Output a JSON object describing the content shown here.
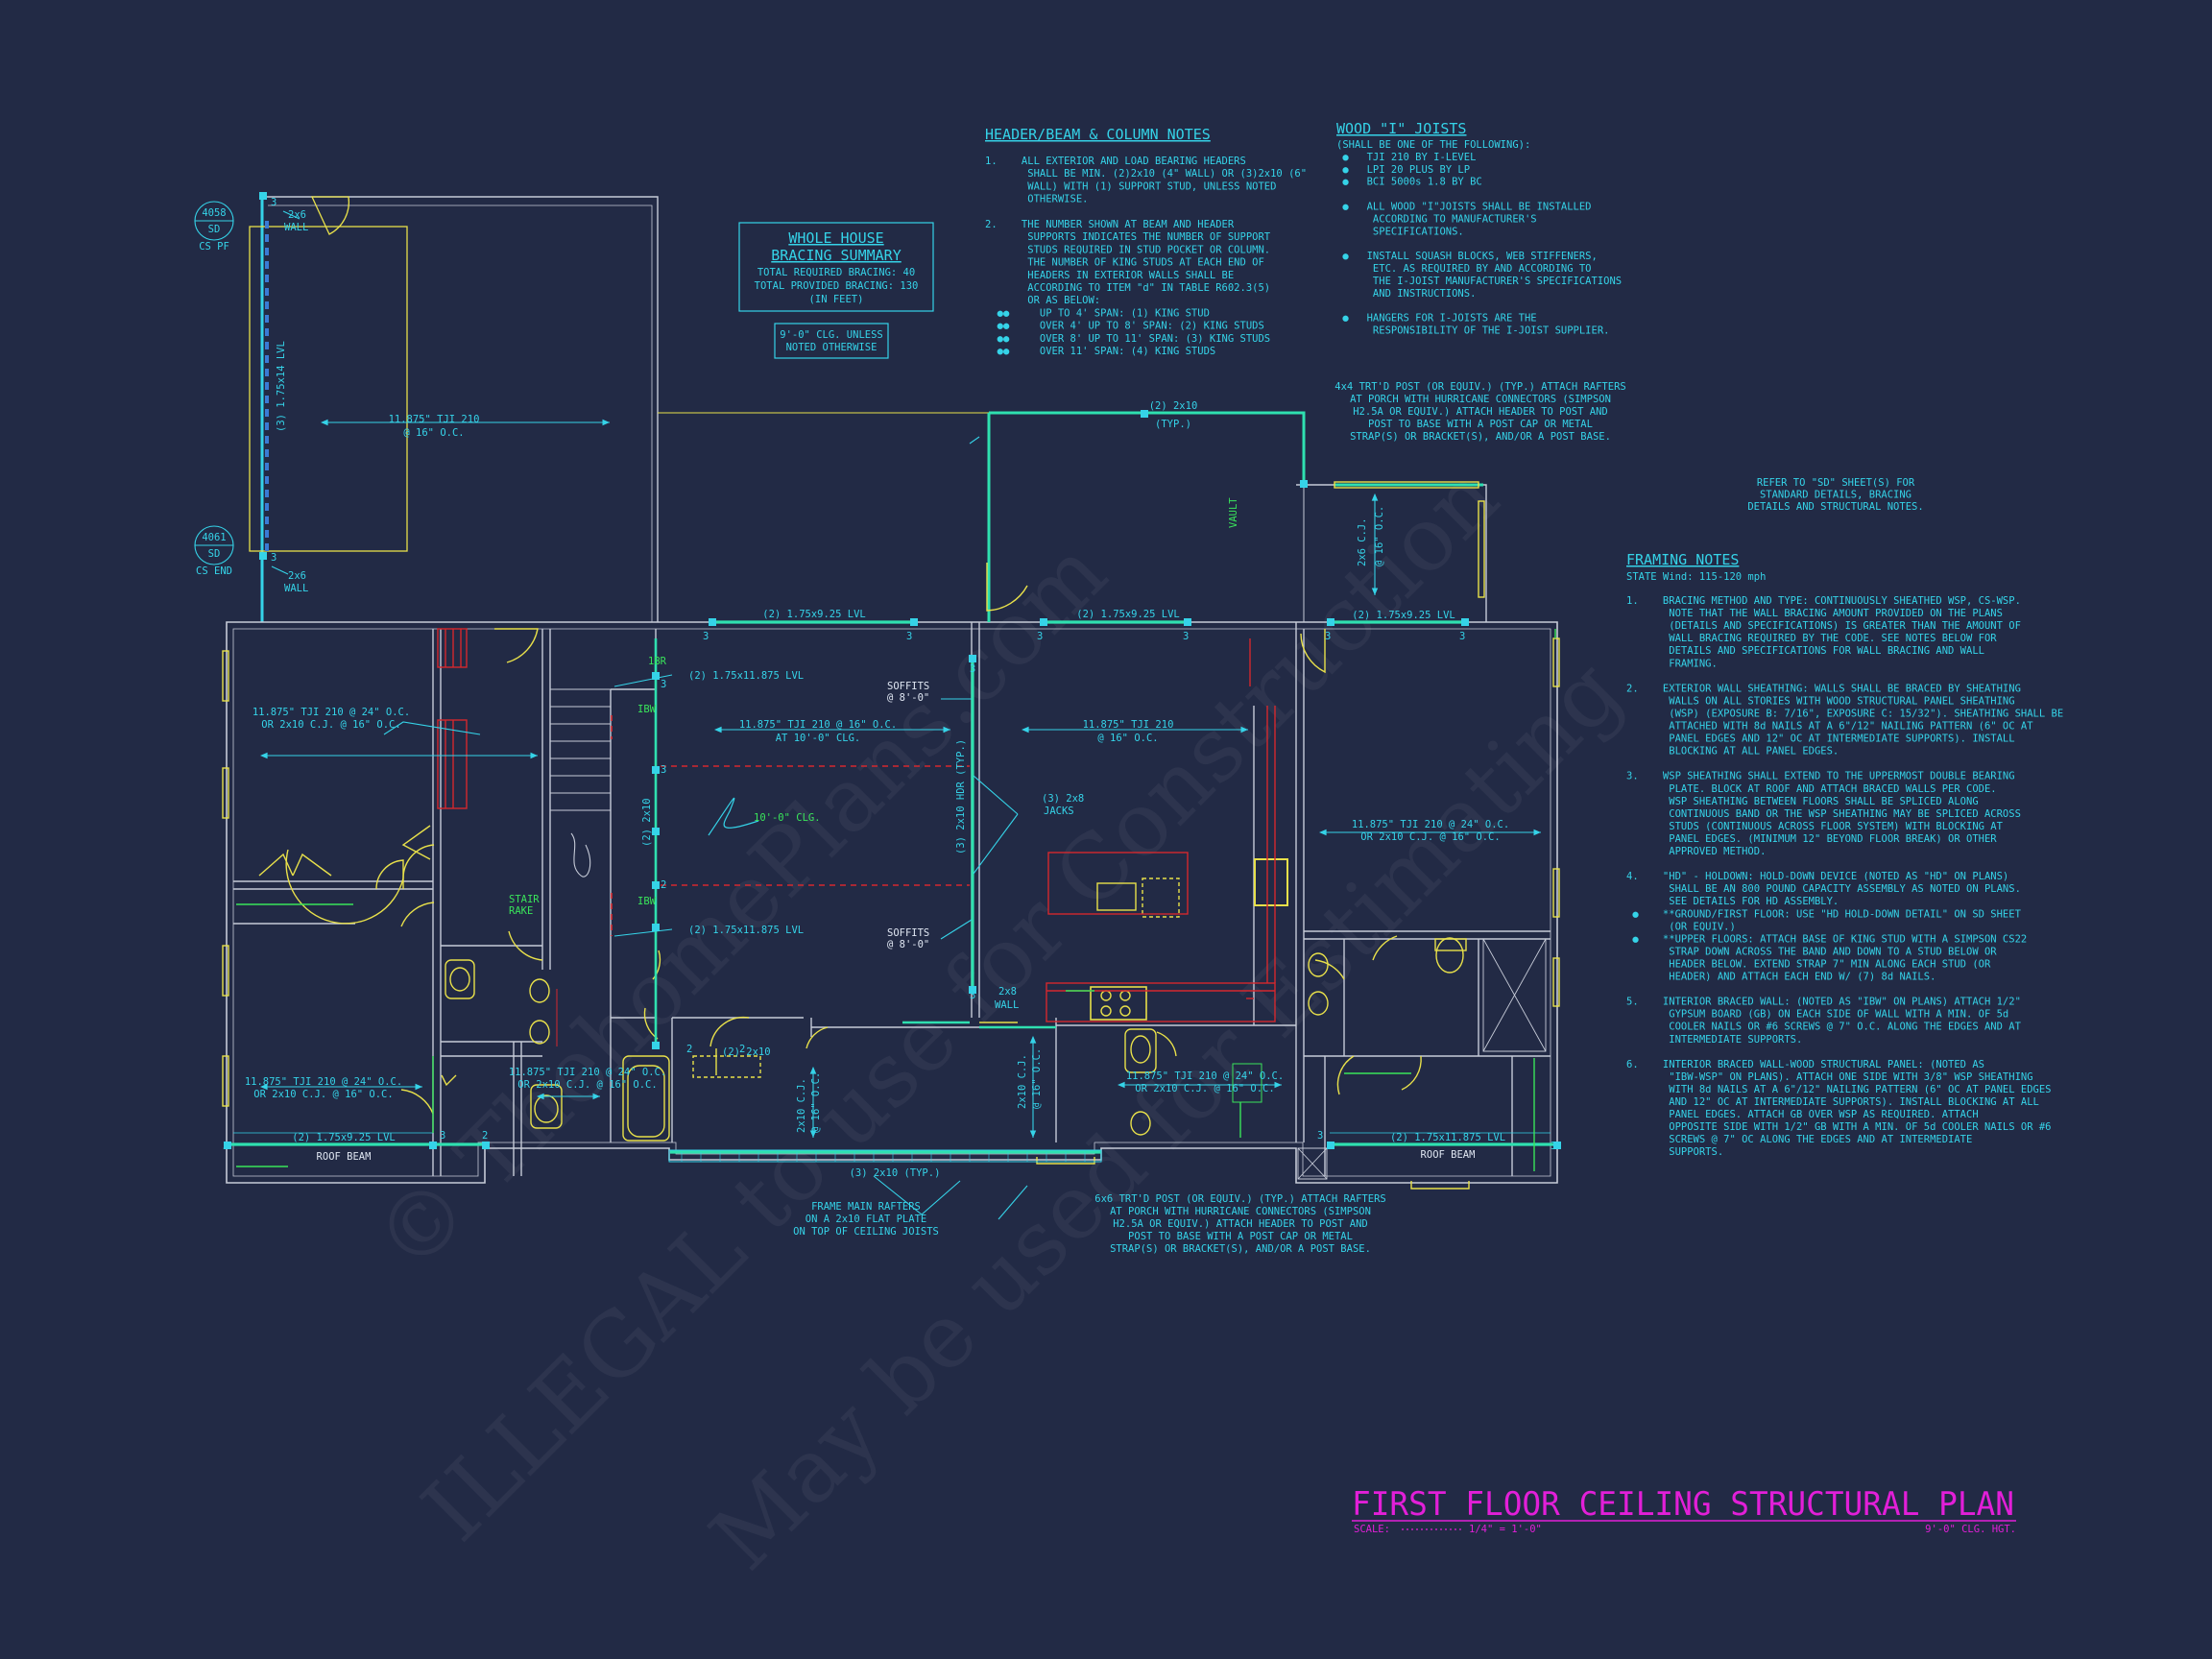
{
  "colors": {
    "background": "#222a45",
    "wall": "#c6cbd8",
    "note_text": "#35d3e8",
    "beam": "#2fe0b0",
    "yellow": "#e8e04a",
    "red": "#d4282e",
    "magenta": "#e21fd8",
    "green": "#39e45a",
    "white": "#e5e9f2"
  },
  "watermark": {
    "line1": "© ThehomePlans.com",
    "line2": "ILLEGAL to use for Construction",
    "line3": "May be used for Estimating"
  },
  "title_block": {
    "title": "FIRST FLOOR CEILING STRUCTURAL PLAN",
    "scale_label": "SCALE:",
    "scale_value": "1/4\" = 1'-0\"",
    "ceiling_height": "9'-0\" CLG. HGT."
  },
  "bracing_summary": {
    "title_1": "WHOLE HOUSE",
    "title_2": "BRACING SUMMARY",
    "required": "TOTAL REQUIRED BRACING: 40",
    "provided": "TOTAL PROVIDED BRACING: 130",
    "unit": "(IN FEET)"
  },
  "ceiling_note": {
    "line1": "9'-0\" CLG. UNLESS",
    "line2": "NOTED OTHERWISE"
  },
  "header_notes": {
    "title": "HEADER/BEAM & COLUMN NOTES",
    "lines": [
      "1.    ALL EXTERIOR AND LOAD BEARING HEADERS",
      "       SHALL BE MIN. (2)2x10 (4\" WALL) OR (3)2x10 (6\"",
      "       WALL) WITH (1) SUPPORT STUD, UNLESS NOTED",
      "       OTHERWISE.",
      "",
      "2.    THE NUMBER SHOWN AT BEAM AND HEADER",
      "       SUPPORTS INDICATES THE NUMBER OF SUPPORT",
      "       STUDS REQUIRED IN STUD POCKET OR COLUMN.",
      "       THE NUMBER OF KING STUDS AT EACH END OF",
      "       HEADERS IN EXTERIOR WALLS SHALL BE",
      "       ACCORDING TO ITEM \"d\" IN TABLE R602.3(5)",
      "       OR AS BELOW:",
      "  ●●     UP TO 4' SPAN: (1) KING STUD",
      "  ●●     OVER 4' UP TO 8' SPAN: (2) KING STUDS",
      "  ●●     OVER 8' UP TO 11' SPAN: (3) KING STUDS",
      "  ●●     OVER 11' SPAN: (4) KING STUDS"
    ]
  },
  "joist_notes": {
    "title": "WOOD \"I\" JOISTS",
    "lines": [
      "(SHALL BE ONE OF THE FOLLOWING):",
      " ●   TJI 210 BY I-LEVEL",
      " ●   LPI 20 PLUS BY LP",
      " ●   BCI 5000s 1.8 BY BC",
      "",
      " ●   ALL WOOD \"I\"JOISTS SHALL BE INSTALLED",
      "      ACCORDING TO MANUFACTURER'S",
      "      SPECIFICATIONS.",
      "",
      " ●   INSTALL SQUASH BLOCKS, WEB STIFFENERS,",
      "      ETC. AS REQUIRED BY AND ACCORDING TO",
      "      THE I-JOIST MANUFACTURER'S SPECIFICATIONS",
      "      AND INSTRUCTIONS.",
      "",
      " ●   HANGERS FOR I-JOISTS ARE THE",
      "      RESPONSIBILITY OF THE I-JOIST SUPPLIER."
    ]
  },
  "post_note_top": {
    "lines": [
      "4x4 TRT'D POST (OR EQUIV.) (TYP.) ATTACH RAFTERS",
      "AT PORCH WITH HURRICANE CONNECTORS (SIMPSON",
      "H2.5A OR EQUIV.) ATTACH HEADER TO POST AND",
      "POST TO BASE WITH A POST CAP OR METAL",
      "STRAP(S) OR BRACKET(S), AND/OR A POST BASE."
    ]
  },
  "refer_note": {
    "lines": [
      "REFER TO \"SD\" SHEET(S) FOR",
      "STANDARD DETAILS, BRACING",
      "DETAILS AND STRUCTURAL NOTES."
    ]
  },
  "framing_notes": {
    "title": "FRAMING NOTES",
    "wind": "STATE Wind: 115-120 mph",
    "lines": [
      "1.    BRACING METHOD AND TYPE: CONTINUOUSLY SHEATHED WSP, CS-WSP.",
      "       NOTE THAT THE WALL BRACING AMOUNT PROVIDED ON THE PLANS",
      "       (DETAILS AND SPECIFICATIONS) IS GREATER THAN THE AMOUNT OF",
      "       WALL BRACING REQUIRED BY THE CODE. SEE NOTES BELOW FOR",
      "       DETAILS AND SPECIFICATIONS FOR WALL BRACING AND WALL",
      "       FRAMING.",
      "",
      "2.    EXTERIOR WALL SHEATHING: WALLS SHALL BE BRACED BY SHEATHING",
      "       WALLS ON ALL STORIES WITH WOOD STRUCTURAL PANEL SHEATHING",
      "       (WSP) (EXPOSURE B: 7/16\", EXPOSURE C: 15/32\"). SHEATHING SHALL BE",
      "       ATTACHED WITH 8d NAILS AT A 6\"/12\" NAILING PATTERN (6\" OC AT",
      "       PANEL EDGES AND 12\" OC AT INTERMEDIATE SUPPORTS). INSTALL",
      "       BLOCKING AT ALL PANEL EDGES.",
      "",
      "3.    WSP SHEATHING SHALL EXTEND TO THE UPPERMOST DOUBLE BEARING",
      "       PLATE. BLOCK AT ROOF AND ATTACH BRACED WALLS PER CODE.",
      "       WSP SHEATHING BETWEEN FLOORS SHALL BE SPLICED ALONG",
      "       CONTINUOUS BAND OR THE WSP SHEATHING MAY BE SPLICED ACROSS",
      "       STUDS (CONTINUOUS ACROSS FLOOR SYSTEM) WITH BLOCKING AT",
      "       PANEL EDGES. (MINIMUM 12\" BEYOND FLOOR BREAK) OR OTHER",
      "       APPROVED METHOD.",
      "",
      "4.    \"HD\" - HOLDOWN: HOLD-DOWN DEVICE (NOTED AS \"HD\" ON PLANS)",
      "       SHALL BE AN 800 POUND CAPACITY ASSEMBLY AS NOTED ON PLANS.",
      "       SEE DETAILS FOR HD ASSEMBLY.",
      " ●    **GROUND/FIRST FLOOR: USE \"HD HOLD-DOWN DETAIL\" ON SD SHEET",
      "       (OR EQUIV.)",
      " ●    **UPPER FLOORS: ATTACH BASE OF KING STUD WITH A SIMPSON CS22",
      "       STRAP DOWN ACROSS THE BAND AND DOWN TO A STUD BELOW OR",
      "       HEADER BELOW. EXTEND STRAP 7\" MIN ALONG EACH STUD (OR",
      "       HEADER) AND ATTACH EACH END W/ (7) 8d NAILS.",
      "",
      "5.    INTERIOR BRACED WALL: (NOTED AS \"IBW\" ON PLANS) ATTACH 1/2\"",
      "       GYPSUM BOARD (GB) ON EACH SIDE OF WALL WITH A MIN. OF 5d",
      "       COOLER NAILS OR #6 SCREWS @ 7\" O.C. ALONG THE EDGES AND AT",
      "       INTERMEDIATE SUPPORTS.",
      "",
      "6.    INTERIOR BRACED WALL-WOOD STRUCTURAL PANEL: (NOTED AS",
      "       \"IBW-WSP\" ON PLANS). ATTACH ONE SIDE WITH 3/8\" WSP SHEATHING",
      "       WITH 8d NAILS AT A 6\"/12\" NAILING PATTERN (6\" OC AT PANEL EDGES",
      "       AND 12\" OC AT INTERMEDIATE SUPPORTS). INSTALL BLOCKING AT ALL",
      "       PANEL EDGES. ATTACH GB OVER WSP AS REQUIRED. ATTACH",
      "       OPPOSITE SIDE WITH 1/2\" GB WITH A MIN. OF 5d COOLER NAILS OR #6",
      "       SCREWS @ 7\" OC ALONG THE EDGES AND AT INTERMEDIATE",
      "       SUPPORTS."
    ]
  },
  "bottom_note_left": {
    "lines": [
      "FRAME MAIN RAFTERS",
      "ON A 2x10 FLAT PLATE",
      "ON TOP OF CEILING JOISTS"
    ]
  },
  "bottom_note_right": {
    "lines": [
      "6x6 TRT'D POST (OR EQUIV.) (TYP.) ATTACH RAFTERS",
      "AT PORCH WITH HURRICANE CONNECTORS (SIMPSON",
      "H2.5A OR EQUIV.) ATTACH HEADER TO POST AND",
      "POST TO BASE WITH A POST CAP OR METAL",
      "STRAP(S) OR BRACKET(S), AND/OR A POST BASE."
    ]
  },
  "plan_labels": {
    "garage_joists_1": "11.875\" TJI 210",
    "garage_joists_2": "@ 16\" O.C.",
    "garage_beam": "(3) 1.75x14 LVL",
    "wall_2x6_top_1": "2x6",
    "wall_2x6_top_2": "WALL",
    "wall_2x6_bot_1": "2x6",
    "wall_2x6_bot_2": "WALL",
    "bubble_top_1": "4058",
    "bubble_top_2": "SD",
    "bubble_top_3": "CS PF",
    "bubble_bot_1": "4061",
    "bubble_bot_2": "SD",
    "bubble_bot_3": "CS END",
    "porch_header_1": "(2) 2x10",
    "porch_header_2": "(TYP.)",
    "vault": "VAULT",
    "right_cj_1": "2x6 C.J.",
    "right_cj_2": "@ 16\" O.C.",
    "lvl_top_1": "(2) 1.75x9.25 LVL",
    "lvl_top_2": "(2) 1.75x9.25 LVL",
    "lvl_top_3": "(2) 1.75x9.25 LVL",
    "lvl_1875_top": "(2) 1.75x11.875 LVL",
    "lvl_1875_bot": "(2) 1.75x11.875 LVL",
    "soffit_top_1": "SOFFITS",
    "soffit_top_2": "@ 8'-0\"",
    "soffit_bot_1": "SOFFITS",
    "soffit_bot_2": "@ 8'-0\"",
    "great_joists_1": "11.875\" TJI 210 @ 16\" O.C.",
    "great_joists_2": "AT 10'-0\" CLG.",
    "great_clg": "10'-0\" CLG.",
    "kitchen_joists_1": "11.875\" TJI 210",
    "kitchen_joists_2": "@ 16\" O.C.",
    "jacks_1": "(3) 2x8",
    "jacks_2": "JACKS",
    "hdr_vert": "(3) 2x10 HDR (TYP.)",
    "hdr_2x10": "(2) 2x10",
    "left_top_joists_1": "11.875\" TJI 210 @ 24\" O.C.",
    "left_top_joists_2": "OR 2x10 C.J. @ 16\" O.C.",
    "left_bot_joists_1": "11.875\" TJI 210 @ 24\" O.C.",
    "left_bot_joists_2": "OR 2x10 C.J. @ 16\" O.C.",
    "bath_joists_1": "11.875\" TJI 210 @ 24\" O.C.",
    "bath_joists_2": "OR 2x10 C.J. @ 16\" O.C.",
    "mbed_joists_1": "11.875\" TJI 210 @ 24\" O.C.",
    "mbed_joists_2": "OR 2x10 C.J. @ 16\" O.C.",
    "mbath_joists_1": "11.875\" TJI 210 @ 24\" O.C.",
    "mbath_joists_2": "OR 2x10 C.J. @ 16\" O.C.",
    "stair_1": "STAIR",
    "stair_2": "RAKE",
    "wall_2x8_1": "2x8",
    "wall_2x8_2": "WALL",
    "entry_hdr": "(2) 2x10",
    "porch_cj_1": "2x10 C.J.",
    "porch_cj_2": "@ 16\" O.C.",
    "porch_cj_3": "2x10 C.J.",
    "porch_cj_4": "@ 16\" O.C.",
    "porch_beam": "(3) 2x10 (TYP.)",
    "lvl_bot_left": "(2) 1.75x9.25 LVL",
    "lvl_bot_right": "(2) 1.75x11.875 LVL",
    "roof_beam_left": "ROOF BEAM",
    "roof_beam_right": "ROOF BEAM",
    "bracing_tag_1": "IBW",
    "bracing_tag_2": "IBW",
    "bracing_tag_3": "1BR",
    "post_num_3": "3",
    "post_num_2": "2"
  }
}
